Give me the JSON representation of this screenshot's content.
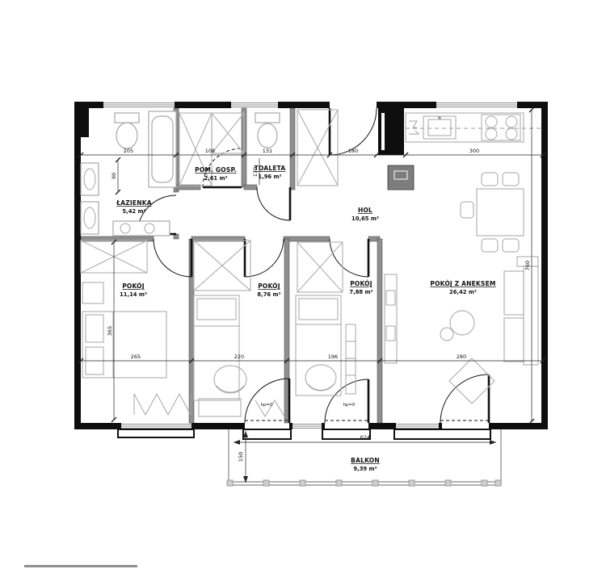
{
  "plan": {
    "rooms": [
      {
        "name": "ŁAZIENKA",
        "area": "5,42 m²"
      },
      {
        "name": "POM. GOSP.",
        "area": "2,61 m²"
      },
      {
        "name": "TOALETA",
        "area": "1,96 m²"
      },
      {
        "name": "HOL",
        "area": "10,65 m²"
      },
      {
        "name": "POKÓJ",
        "area": "11,14 m²"
      },
      {
        "name": "POKÓJ",
        "area": "8,76 m²"
      },
      {
        "name": "POKÓJ",
        "area": "7,88 m²"
      },
      {
        "name": "POKÓJ Z ANEKSEM",
        "area": "26,42 m²"
      },
      {
        "name": "BALKON",
        "area": "9,39 m²"
      }
    ],
    "dims": {
      "top": [
        "205",
        "108",
        "131",
        "180",
        "300"
      ],
      "bottom": [
        "265",
        "220",
        "196",
        "280"
      ],
      "bath_width": "90",
      "toaleta_depth": "170",
      "left_height": "365",
      "right_height": "760",
      "balcony_width": "624",
      "balcony_depth": "150"
    },
    "annotations": {
      "sill1": "hp=0",
      "sill2": "hp=0"
    },
    "colors": {
      "exterior_wall": "#0e0e0e",
      "partition_wall": "#8f8f8f",
      "furniture": "#b3b3b3",
      "background": "#ffffff",
      "text": "#111111"
    }
  }
}
